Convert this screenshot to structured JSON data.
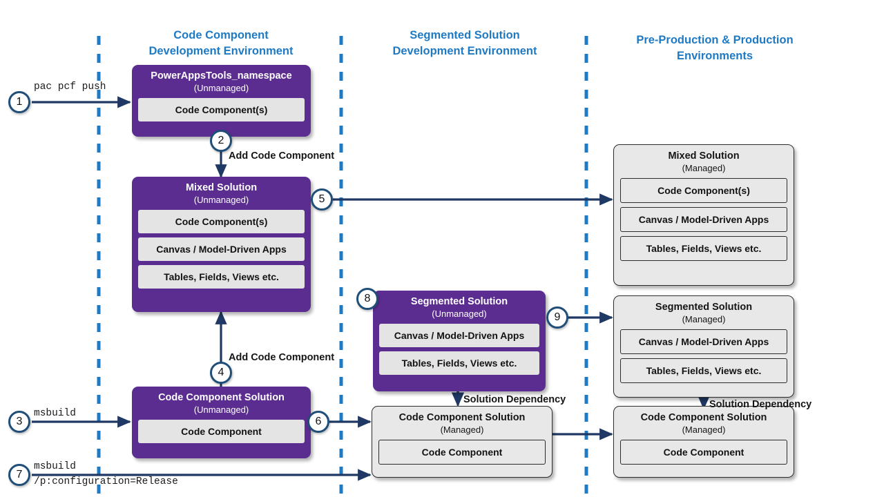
{
  "lanes": [
    {
      "title_line1": "Code Component",
      "title_line2": "Development Environment"
    },
    {
      "title_line1": "Segmented Solution",
      "title_line2": "Development Environment"
    },
    {
      "title_line1": "Pre-Production & Production",
      "title_line2": "Environments"
    }
  ],
  "colors": {
    "unmanaged_purple": "#5B2D90",
    "managed_gray": "#E8E8E8",
    "lane_divider_blue": "#1F7AC4",
    "title_blue": "#1F7AC4",
    "arrow_navy": "#1F3864",
    "step_ring_navy": "#1F4E79"
  },
  "boxes": {
    "powerappstools": {
      "title": "PowerAppsTools_namespace",
      "state": "(Unmanaged)",
      "items": [
        "Code Component(s)"
      ]
    },
    "mixed_unmanaged": {
      "title": "Mixed Solution",
      "state": "(Unmanaged)",
      "items": [
        "Code Component(s)",
        "Canvas / Model-Driven Apps",
        "Tables, Fields, Views etc."
      ]
    },
    "code_component_solution_unmanaged": {
      "title": "Code Component Solution",
      "state": "(Unmanaged)",
      "items": [
        "Code Component"
      ]
    },
    "segmented_unmanaged": {
      "title": "Segmented Solution",
      "state": "(Unmanaged)",
      "items": [
        "Canvas / Model-Driven Apps",
        "Tables, Fields, Views etc."
      ]
    },
    "code_component_solution_managed_mid": {
      "title": "Code Component Solution",
      "state": "(Managed)",
      "items": [
        "Code Component"
      ]
    },
    "mixed_managed": {
      "title": "Mixed Solution",
      "state": "(Managed)",
      "items": [
        "Code Component(s)",
        "Canvas / Model-Driven Apps",
        "Tables, Fields, Views etc."
      ]
    },
    "segmented_managed": {
      "title": "Segmented Solution",
      "state": "(Managed)",
      "items": [
        "Canvas / Model-Driven Apps",
        "Tables, Fields, Views etc."
      ]
    },
    "code_component_solution_managed_right": {
      "title": "Code Component Solution",
      "state": "(Managed)",
      "items": [
        "Code Component"
      ]
    }
  },
  "steps": {
    "s1": "1",
    "s2": "2",
    "s3": "3",
    "s4": "4",
    "s5": "5",
    "s6": "6",
    "s7": "7",
    "s8": "8",
    "s9": "9"
  },
  "labels": {
    "cmd_pac_pcf_push": "pac pcf push",
    "cmd_msbuild": "msbuild",
    "cmd_msbuild_release_line1": "msbuild",
    "cmd_msbuild_release_line2": "/p:configuration=Release",
    "add_code_component_top": "Add Code Component",
    "add_code_component_bottom": "Add Code Component",
    "solution_dependency_mid": "Solution Dependency",
    "solution_dependency_right": "Solution Dependency"
  }
}
